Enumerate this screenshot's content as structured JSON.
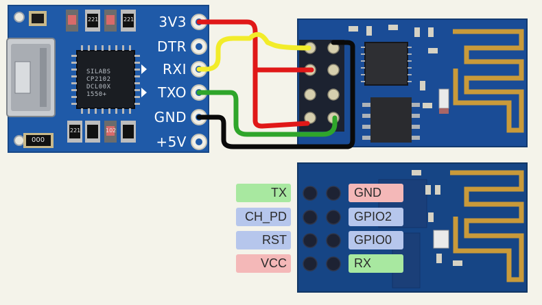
{
  "usb_board": {
    "pins": [
      "3V3",
      "DTR",
      "RXI",
      "TXO",
      "GND",
      "+5V"
    ],
    "chip_lines": [
      "SILABS",
      "CP2102",
      "DCL00X",
      "1550+"
    ],
    "resistor_codes": [
      "221",
      "221",
      "221",
      "102"
    ],
    "resistor_000": "000"
  },
  "pinout": {
    "left": [
      {
        "label": "TX",
        "color": "#a8e8a0"
      },
      {
        "label": "CH_PD",
        "color": "#b6c6ec"
      },
      {
        "label": "RST",
        "color": "#b6c6ec"
      },
      {
        "label": "VCC",
        "color": "#f4b8b8"
      }
    ],
    "right": [
      {
        "label": "GND",
        "color": "#f4b8b8"
      },
      {
        "label": "GPIO2",
        "color": "#b6c6ec"
      },
      {
        "label": "GPIO0",
        "color": "#b6c6ec"
      },
      {
        "label": "RX",
        "color": "#a8e8a0"
      }
    ]
  },
  "wire_colors": {
    "red": "#e01818",
    "yellow": "#f2ec2a",
    "green": "#2fa52b",
    "black": "#0a0a0a"
  }
}
